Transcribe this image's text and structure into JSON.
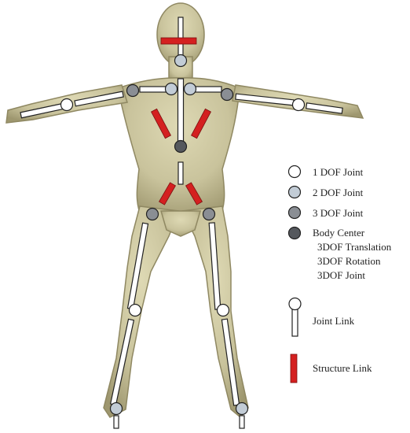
{
  "figure": {
    "body_color": "#cdc7a0",
    "body_shade": "#8f8862",
    "colors": {
      "dof1": "#ffffff",
      "dof2": "#c2ccd6",
      "dof3": "#8a8e94",
      "body_center": "#55585d",
      "joint_link": "#ffffff",
      "structure_link": "#d42020",
      "outline": "#222222"
    }
  },
  "legend": {
    "items": [
      {
        "key": "dof1",
        "label": "1 DOF Joint"
      },
      {
        "key": "dof2",
        "label": "2 DOF Joint"
      },
      {
        "key": "dof3",
        "label": "3 DOF Joint"
      },
      {
        "key": "body_center",
        "label": "Body Center"
      }
    ],
    "body_center_details": [
      "3DOF Translation",
      "3DOF Rotation",
      "3DOF Joint"
    ],
    "joint_link_label": "Joint Link",
    "structure_link_label": "Structure Link"
  }
}
